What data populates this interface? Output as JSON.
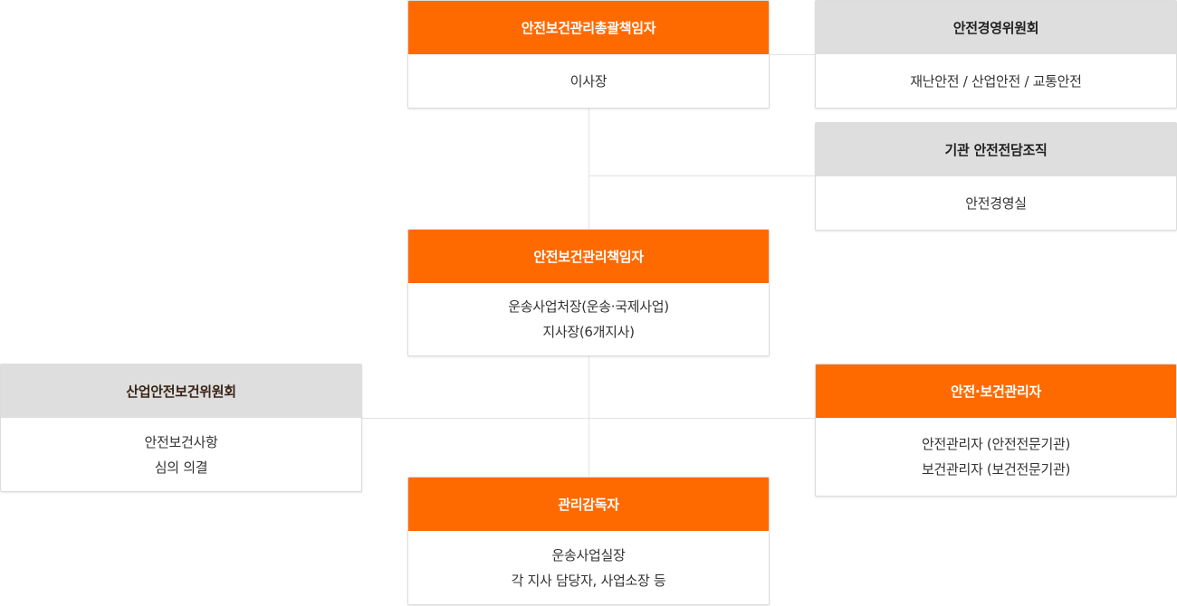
{
  "org": {
    "ceo": {
      "title": "안전보건관리총괄책임자",
      "lines": [
        "이사장"
      ]
    },
    "safety_committee": {
      "title": "안전경영위원회",
      "lines": [
        "재난안전 / 산업안전 / 교통안전"
      ]
    },
    "safety_dept": {
      "title": "기관 안전전담조직",
      "lines": [
        "안전경영실"
      ]
    },
    "responsible": {
      "title": "안전보건관리책임자",
      "lines": [
        "운송사업처장(운송·국제사업)",
        "지사장(6개지사)"
      ]
    },
    "oh_committee": {
      "title": "산업안전보건위원회",
      "lines": [
        "안전보건사항",
        "심의 의결"
      ]
    },
    "managers": {
      "title": "안전·보건관리자",
      "lines": [
        "안전관리자 (안전전문기관)",
        "보건관리자 (보건전문기관)"
      ]
    },
    "supervisor": {
      "title": "관리감독자",
      "lines": [
        "운송사업실장",
        "각 지사 담당자, 사업소장 등"
      ]
    }
  },
  "colors": {
    "orange": "#ff6a00",
    "gray_header": "#dedede",
    "connector": "#e2e2e2"
  }
}
